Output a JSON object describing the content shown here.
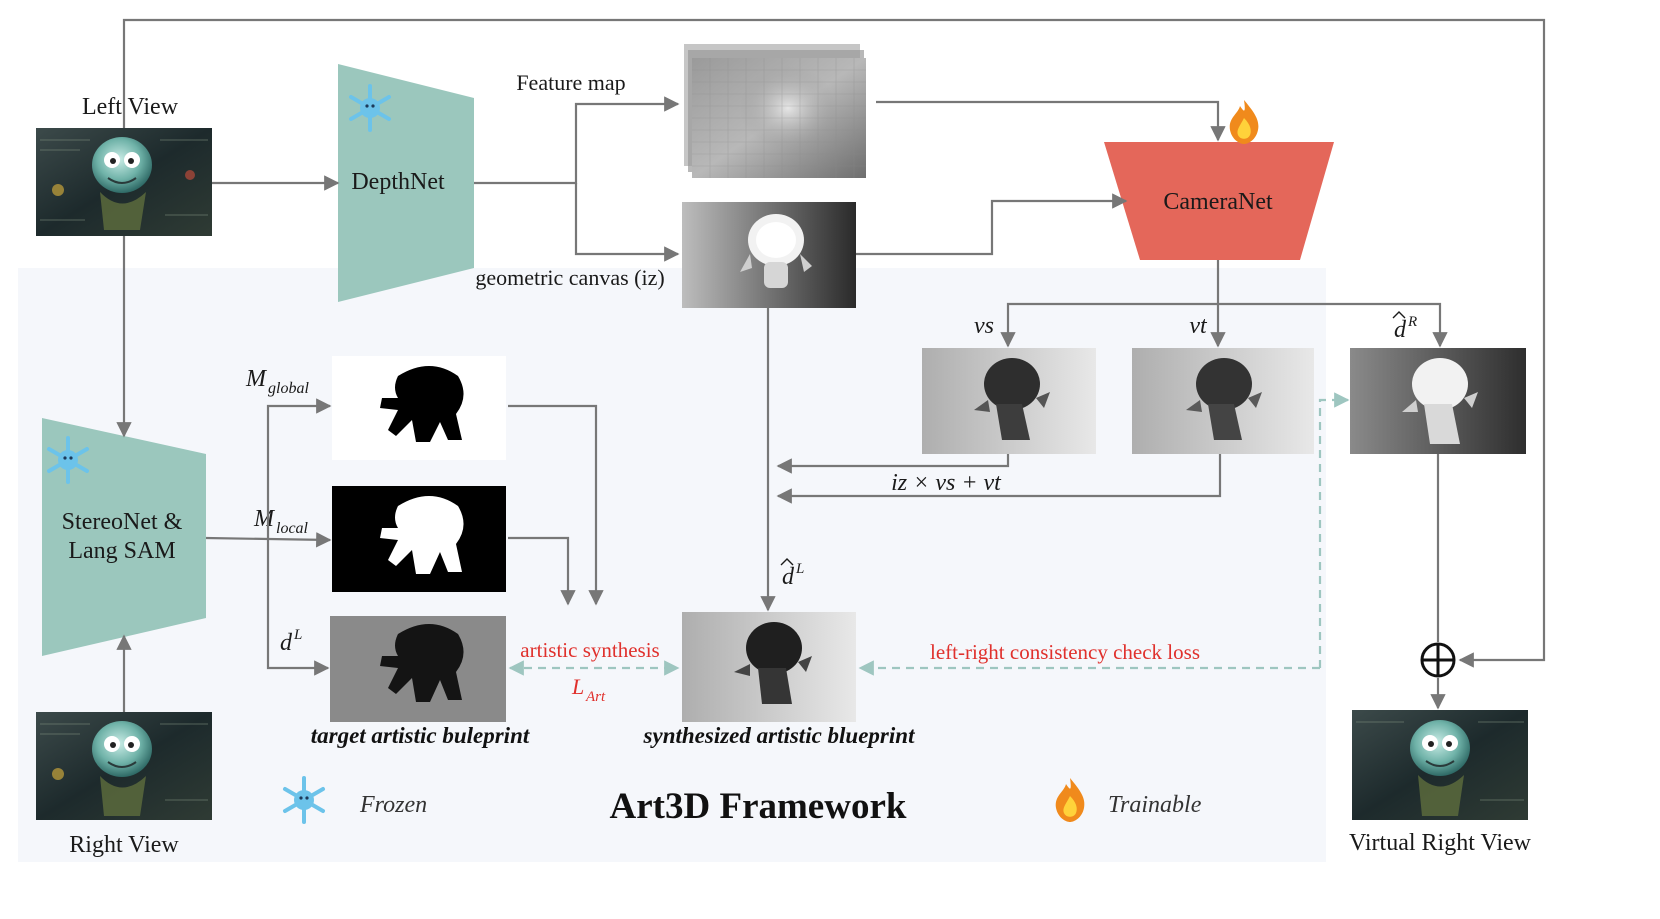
{
  "title": "Art3D Framework",
  "inputs": {
    "left_view": "Left View",
    "right_view": "Right View",
    "virtual_right_view": "Virtual Right View"
  },
  "networks": {
    "depthnet": "DepthNet",
    "stereonet_line1": "StereoNet &",
    "stereonet_line2": "Lang SAM",
    "cameranet": "CameraNet"
  },
  "labels": {
    "feature_map": "Feature map",
    "geometric_canvas": "geometric canvas (iz)",
    "vs": "vs",
    "vt": "vt",
    "d_hat_R_base": "d",
    "d_hat_R_sup": "R",
    "d_hat_L_base": "d",
    "d_hat_L_sup": "L",
    "m_global_base": "M",
    "m_global_sub": "global",
    "m_local_base": "M",
    "m_local_sub": "local",
    "d_L_base": "d",
    "d_L_sup": "L",
    "equation": "iz × vs + vt",
    "artistic_synthesis": "artistic synthesis",
    "l_art_base": "L",
    "l_art_sub": "Art",
    "lr_consistency": "left-right consistency check loss",
    "target_caption": "target artistic buleprint",
    "synth_caption": "synthesized artistic blueprint"
  },
  "legend": {
    "frozen": "Frozen",
    "trainable": "Trainable",
    "frozen_icon": "snowflake-icon",
    "trainable_icon": "flame-icon"
  },
  "colors": {
    "frozen_net": "#9bc7bd",
    "trainable_net": "#e4675a",
    "panel_bg": "#f5f7fb",
    "loss_text": "#e0302c",
    "dashed_line": "#9ec6c0"
  }
}
